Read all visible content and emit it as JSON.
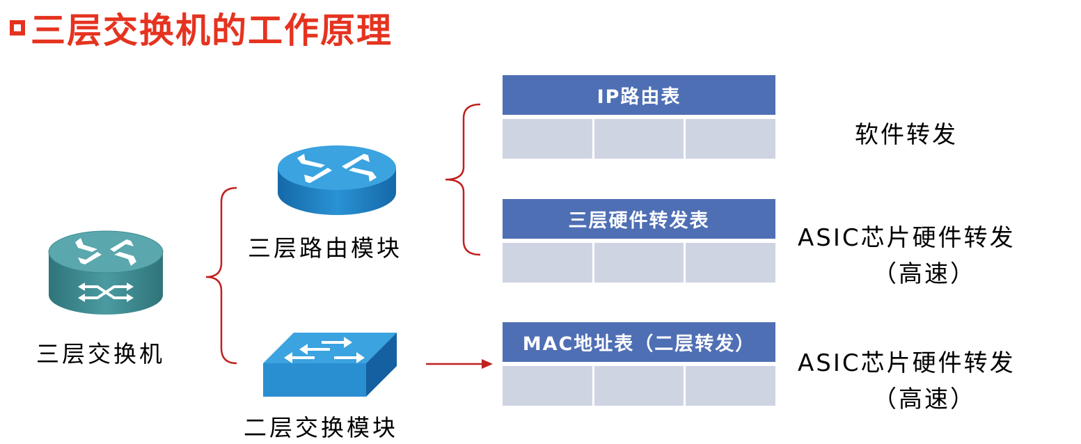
{
  "title": "三层交换机的工作原理",
  "devices": {
    "l3_switch": "三层交换机",
    "l3_routing_module": "三层路由模块",
    "l2_switching_module": "二层交换模块"
  },
  "tables": {
    "ip_routing": {
      "header": "IP路由表"
    },
    "l3_hardware_forwarding": {
      "header": "三层硬件转发表"
    },
    "mac_address": {
      "header": "MAC地址表（二层转发）"
    }
  },
  "descriptions": {
    "software_forwarding": "软件转发",
    "asic_forwarding_1_line1": "ASIC芯片硬件转发",
    "asic_forwarding_1_line2": "（高速）",
    "asic_forwarding_2_line1": "ASIC芯片硬件转发",
    "asic_forwarding_2_line2": "（高速）"
  },
  "colors": {
    "title_red": "#e53320",
    "table_header_blue": "#4f6fb4",
    "table_cell_gray": "#cfd4e3",
    "bracket_red": "#c0201e",
    "router_blue": "#1f86c7",
    "l3_switch_teal": "#3f8e95"
  },
  "icons": {
    "l3_switch": "layer3-switch-icon",
    "router": "router-icon",
    "switch": "switch-icon"
  }
}
